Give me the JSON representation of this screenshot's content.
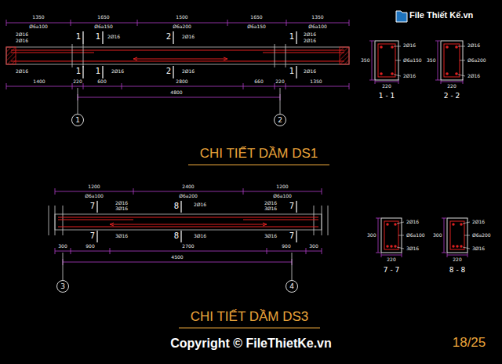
{
  "diagram": {
    "nodes": [
      {
        "text": [
          "1"
        ]
      },
      {
        "text": [
          "2"
        ]
      },
      {
        "text": [
          "3"
        ]
      },
      {
        "text": [
          "4"
        ]
      }
    ],
    "labels": [
      "File Thiết Kế.vn",
      "1350",
      "1650",
      "1500",
      "1650",
      "1350",
      "Ø6a100",
      "Ø6a150",
      "Ø6a200",
      "Ø6a150",
      "Ø6a100",
      "2Ø16",
      "2Ø16",
      "2Ø16",
      "2Ø16",
      "2Ø16",
      "2Ø16",
      "1",
      "1",
      "2",
      "1",
      "1",
      "1",
      "2",
      "1",
      "2Ø16",
      "2Ø16",
      "2Ø16",
      "2Ø16",
      "1400",
      "220",
      "600",
      "2800",
      "660",
      "220",
      "1350",
      "4800",
      "CHI TIẾT DẦM DS1",
      "2Ø16",
      "Ø6a150",
      "2Ø16",
      "350",
      "220",
      "1 - 1",
      "2Ø16",
      "Ø6a200",
      "2Ø16",
      "350",
      "220",
      "2 - 2",
      "1200",
      "2400",
      "1200",
      "Ø6a100",
      "Ø6a200",
      "Ø6a100",
      "2Ø16",
      "3Ø16",
      "2Ø16",
      "2Ø16",
      "3Ø16",
      "7",
      "8",
      "7",
      "7",
      "8",
      "7",
      "3Ø16",
      "3Ø16",
      "3Ø16",
      "300",
      "900",
      "2700",
      "900",
      "300",
      "4500",
      "CHI TIẾT DẦM DS3",
      "2Ø16",
      "Ø6a100",
      "3Ø16",
      "300",
      "220",
      "7 - 7",
      "2Ø16",
      "Ø6a200",
      "3Ø16",
      "300",
      "220",
      "8 - 8",
      "Copyright © FileThietKe.vn",
      "18/25"
    ]
  }
}
